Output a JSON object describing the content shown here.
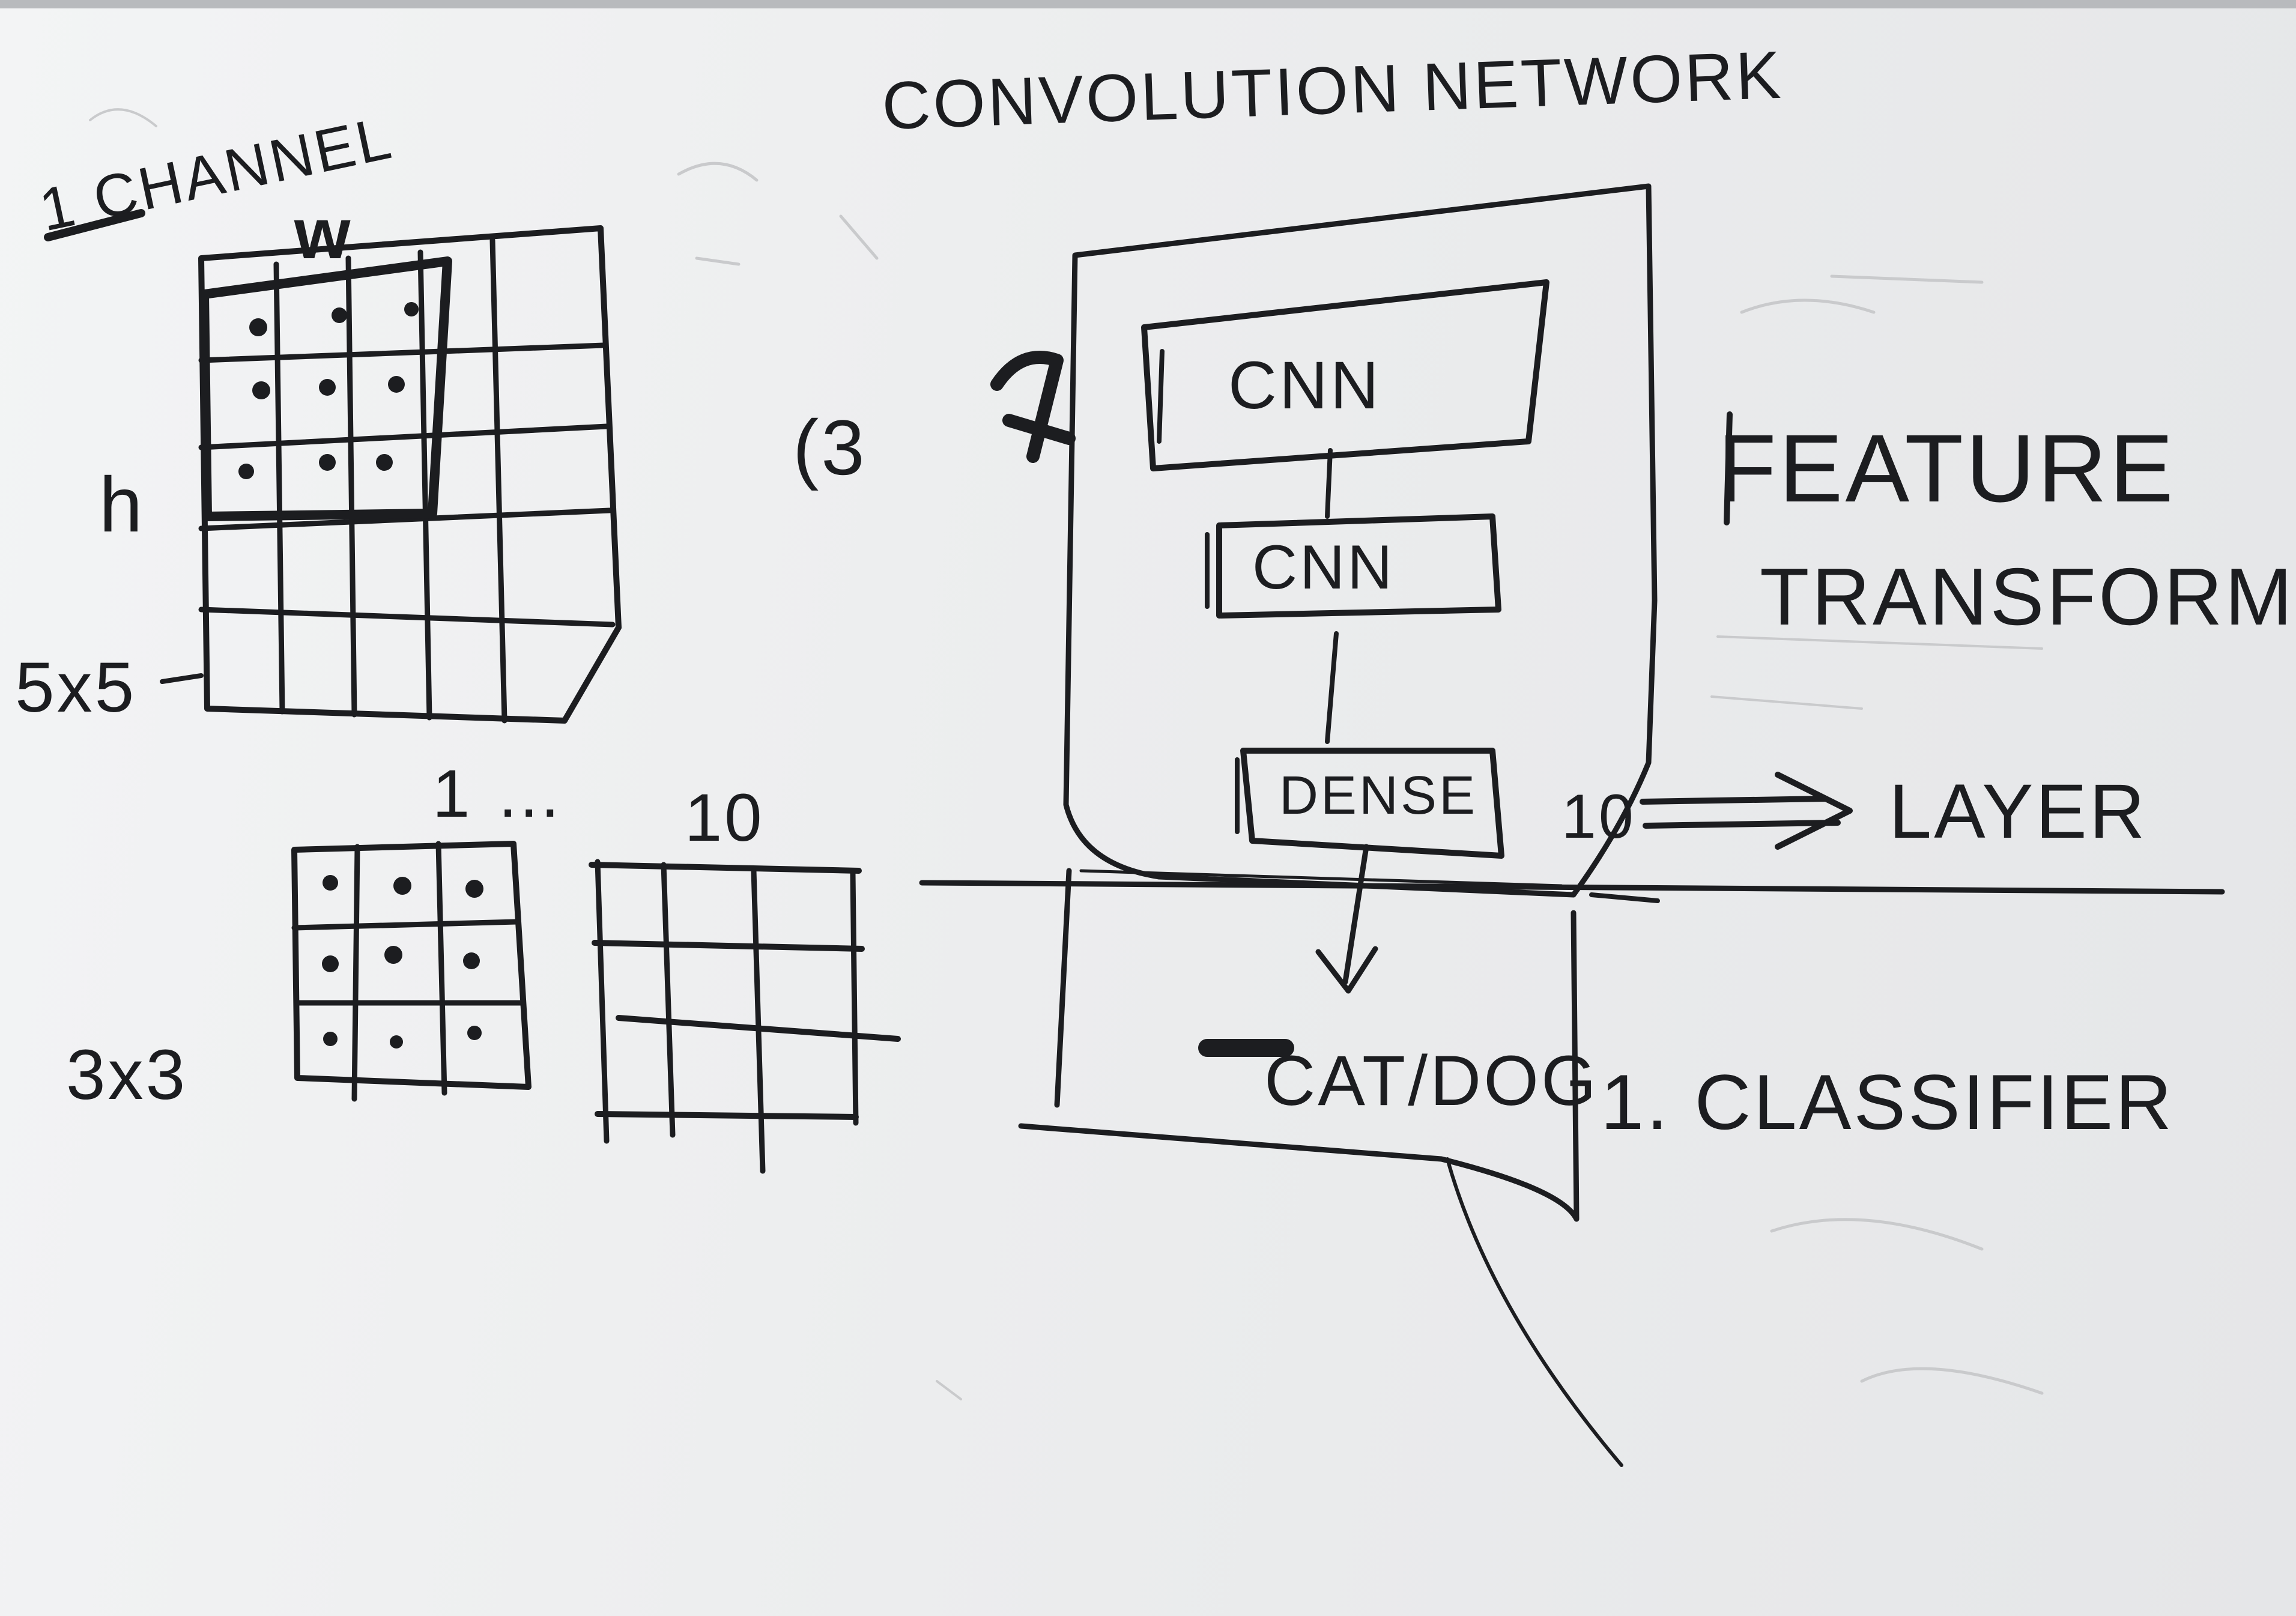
{
  "whiteboard": {
    "title": "CONVOLUTION NETWORK",
    "channel_label": "1 CHANNEL",
    "width_label": "w",
    "height_label": "h",
    "input_size": "5x5",
    "filter_index_start": "1",
    "filter_ellipsis": "...",
    "filter_index_end": "10",
    "filter_size": "3x3",
    "depth_note": "(3",
    "layers": {
      "cnn_1": "CNN",
      "cnn_2": "CNN",
      "dense": "DENSE",
      "dense_output": "10",
      "output": "CAT/DOG"
    },
    "feature_transformer": {
      "line1": "FEATURE",
      "line2": "TRANSFORMER",
      "line3": "LAYER"
    },
    "classifier": "1. CLASSIFIER"
  }
}
